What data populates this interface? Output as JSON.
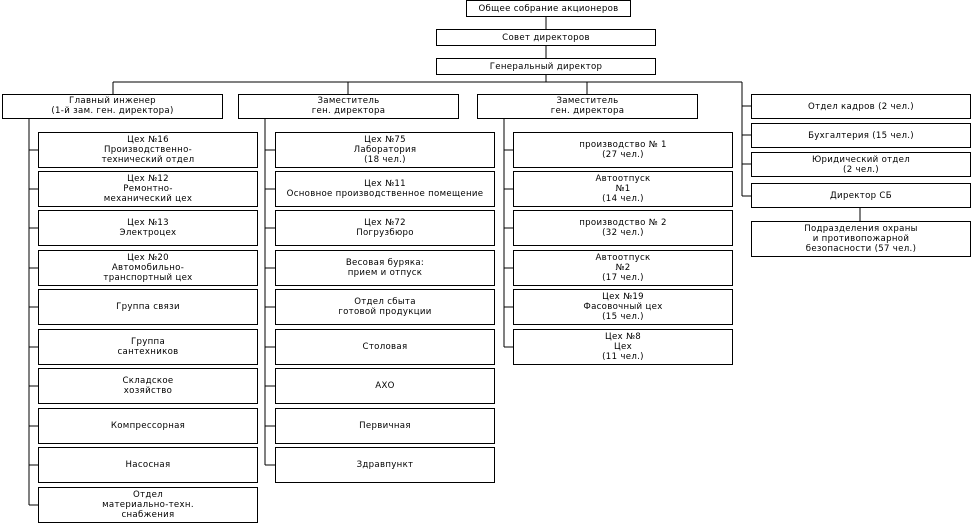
{
  "top": {
    "shareholders": "Общее собрание акционеров",
    "board": "Совет директоров",
    "ceo": "Генеральный директор"
  },
  "heads": {
    "chief_engineer": "Главный инженер\n(1-й зам. ген. директора)",
    "deputy1": "Заместитель\nген. директора",
    "deputy2": "Заместитель\nген. директора"
  },
  "col1": [
    "Цех №16\nПроизводственно-\nтехнический отдел",
    "Цех №12\nРемонтно-\nмеханический цех",
    "Цех №13\nЭлектроцех",
    "Цех №20\nАвтомобильно-\nтранспортный цех",
    "Группа связи",
    "Группа\nсантехников",
    "Складское\nхозяйство",
    "Компрессорная",
    "Насосная",
    "Отдел\nматериально-техн.\nснабжения"
  ],
  "col2": [
    "Цех №75\nЛаборатория\n(18 чел.)",
    "Цех №11\nОсновное производственное помещение",
    "Цех №72\nПогрузбюро",
    "Весовая буряка:\nприем и отпуск",
    "Отдел сбыта\nготовой продукции",
    "Столовая",
    "АХО",
    "Первичная",
    "Здравпункт"
  ],
  "col3": [
    "производство № 1\n(27 чел.)",
    "Автоотпуск\n№1\n(14 чел.)",
    "производство № 2\n(32 чел.)",
    "Автоотпуск\n№2\n(17 чел.)",
    "Цех №19\nФасовочный цех\n(15 чел.)",
    "Цех №8\nЦех\n(11 чел.)"
  ],
  "col4": [
    "Отдел кадров (2 чел.)",
    "Бухгалтерия (15 чел.)",
    "Юридический отдел\n(2 чел.)",
    "Директор СБ"
  ],
  "security": "Подразделения охраны\nи противопожарной\nбезопасности (57 чел.)"
}
